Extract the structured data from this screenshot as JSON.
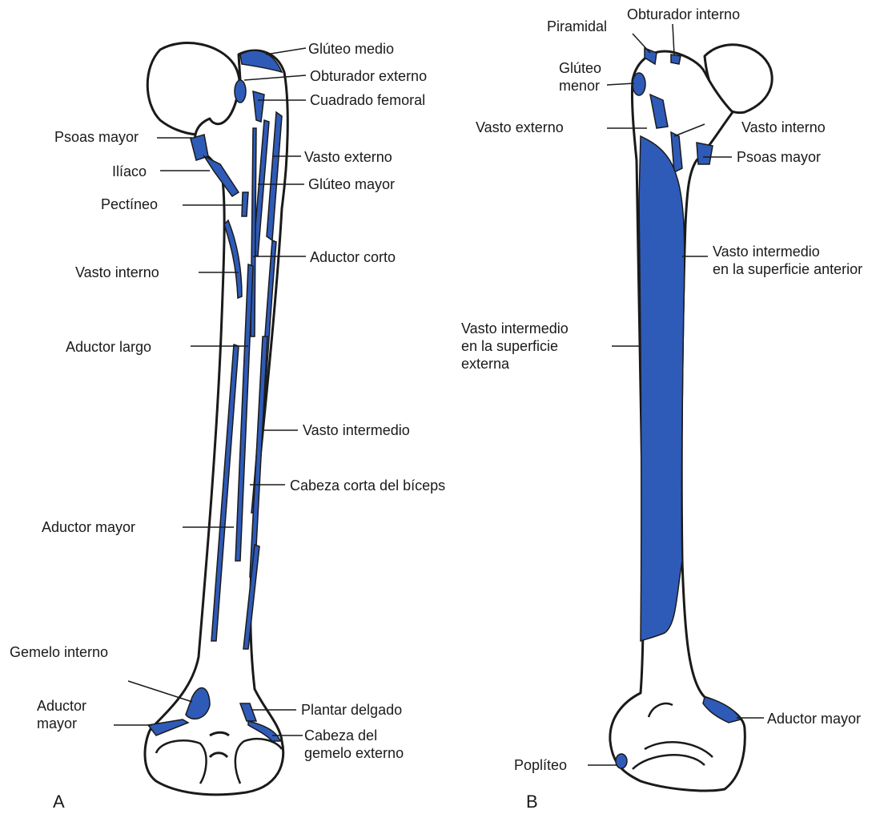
{
  "colors": {
    "muscle": "#2f5bb8",
    "bone_outline": "#1a1a1a",
    "bone_fill": "#ffffff",
    "text": "#1a1a1a"
  },
  "panels": {
    "a": "A",
    "b": "B"
  },
  "labels_a": {
    "gluteo_medio": "Glúteo medio",
    "obturador_externo": "Obturador externo",
    "cuadrado_femoral": "Cuadrado femoral",
    "psoas_mayor": "Psoas mayor",
    "vasto_externo": "Vasto externo",
    "iliaco": "Ilíaco",
    "gluteo_mayor": "Glúteo mayor",
    "pectineo": "Pectíneo",
    "aductor_corto": "Aductor corto",
    "vasto_interno": "Vasto interno",
    "aductor_largo": "Aductor largo",
    "vasto_intermedio": "Vasto intermedio",
    "cabeza_corta_biceps": "Cabeza corta del bíceps",
    "aductor_mayor": "Aductor mayor",
    "gemelo_interno": "Gemelo interno",
    "aductor_mayor_l1": "Aductor",
    "aductor_mayor_l2": "mayor",
    "plantar_delgado": "Plantar delgado",
    "cabeza_gemelo_l1": "Cabeza del",
    "cabeza_gemelo_l2": "gemelo externo"
  },
  "labels_b": {
    "piramidal": "Piramidal",
    "obturador_interno": "Obturador interno",
    "gluteo_menor_l1": "Glúteo",
    "gluteo_menor_l2": "menor",
    "vasto_externo": "Vasto externo",
    "vasto_interno": "Vasto interno",
    "psoas_mayor": "Psoas mayor",
    "vasto_intermedio_anterior_l1": "Vasto intermedio",
    "vasto_intermedio_anterior_l2": "en la superficie anterior",
    "vasto_intermedio_externa_l1": "Vasto intermedio",
    "vasto_intermedio_externa_l2": "en la superficie",
    "vasto_intermedio_externa_l3": "externa",
    "aductor_mayor": "Aductor mayor",
    "popliteo": "Poplíteo"
  }
}
